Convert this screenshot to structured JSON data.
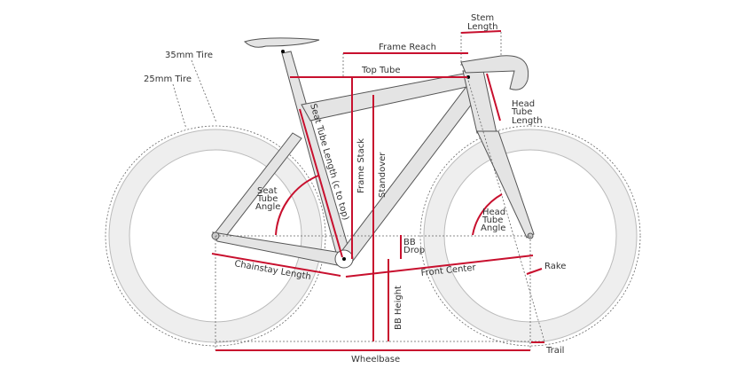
{
  "labels": {
    "tire_35": "35mm Tire",
    "tire_25": "25mm Tire",
    "stem_length": [
      "Stem",
      "Length"
    ],
    "frame_reach": "Frame Reach",
    "top_tube": "Top Tube",
    "head_tube_length": [
      "Head",
      "Tube",
      "Length"
    ],
    "seat_tube_length": "Seat Tube Length (c to top)",
    "frame_stack": "Frame Stack",
    "standover": "Standover",
    "seat_tube_angle": [
      "Seat",
      "Tube",
      "Angle"
    ],
    "head_tube_angle": [
      "Head",
      "Tube",
      "Angle"
    ],
    "bb_drop": [
      "BB",
      "Drop"
    ],
    "chainstay_length": "Chainstay Length",
    "front_center": "Front Center",
    "rake": "Rake",
    "bb_height": "BB Height",
    "trail": "Trail",
    "wheelbase": "Wheelbase"
  },
  "colors": {
    "dimension": "#c8102e",
    "frame": "#e4e4e4"
  }
}
